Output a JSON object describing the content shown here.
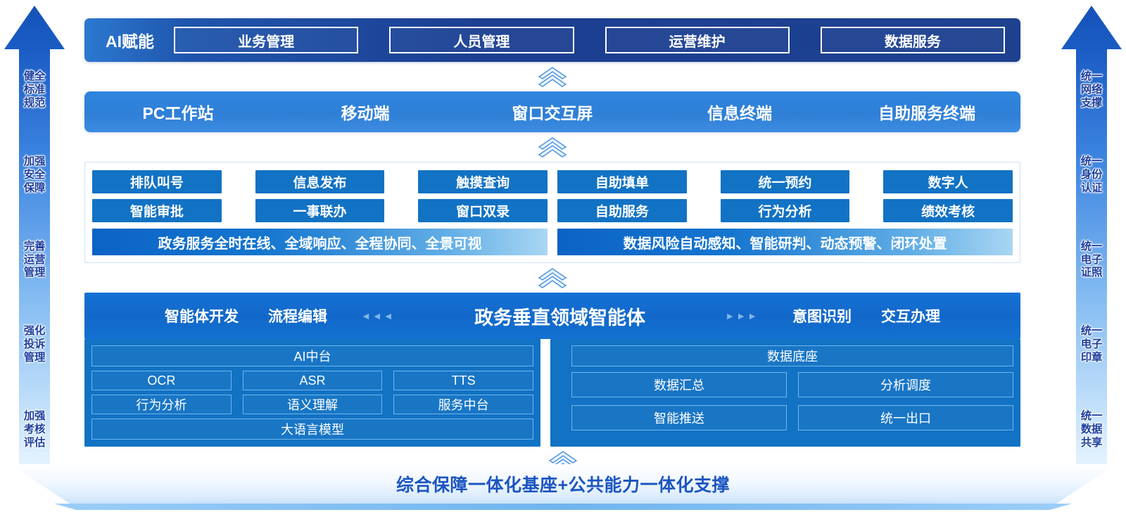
{
  "side_left": {
    "labels": [
      "健全标准规范",
      "加强安全保障",
      "完善运营管理",
      "强化投诉管理",
      "加强考核评估"
    ]
  },
  "side_right": {
    "labels": [
      "统一网络支撑",
      "统一身份认证",
      "统一电子证照",
      "统一电子印章",
      "统一数据共享"
    ]
  },
  "ai_bar": {
    "title": "AI赋能",
    "chips": [
      "业务管理",
      "人员管理",
      "运营维护",
      "数据服务"
    ]
  },
  "terminals": [
    "PC工作站",
    "移动端",
    "窗口交互屏",
    "信息终端",
    "自助服务终端"
  ],
  "services": {
    "left": {
      "items": [
        "排队叫号",
        "信息发布",
        "触摸查询",
        "智能审批",
        "一事联办",
        "窗口双录"
      ],
      "banner": "政务服务全时在线、全域响应、全程协同、全景可视"
    },
    "right": {
      "items": [
        "自助填单",
        "统一预约",
        "数字人",
        "自助服务",
        "行为分析",
        "绩效考核"
      ],
      "banner": "数据风险自动感知、智能研判、动态预警、闭环处置"
    }
  },
  "agent_bar": {
    "left_items": [
      "智能体开发",
      "流程编辑"
    ],
    "left_arrows": "◄◄◄",
    "title": "政务垂直领域智能体",
    "right_arrows": "►►►",
    "right_items": [
      "意图识别",
      "交互办理"
    ]
  },
  "foundation": {
    "ai_platform": {
      "head": "AI中台",
      "row1": [
        "OCR",
        "ASR",
        "TTS"
      ],
      "row2": [
        "行为分析",
        "语义理解",
        "服务中台"
      ],
      "foot": "大语言模型"
    },
    "data_platform": {
      "head": "数据底座",
      "row1": [
        "数据汇总",
        "分析调度"
      ],
      "row2": [
        "智能推送",
        "统一出口"
      ]
    }
  },
  "platform_caption": "综合保障一体化基座+公共能力一体化支撑",
  "colors": {
    "navy": "#1d408f",
    "blue": "#1272c4",
    "light_blue": "#3c8ce2",
    "accent": "#1b55c0",
    "label_text": "#1e3f9e"
  },
  "icons": {
    "chevron_up": "chevron-up-double-icon"
  }
}
